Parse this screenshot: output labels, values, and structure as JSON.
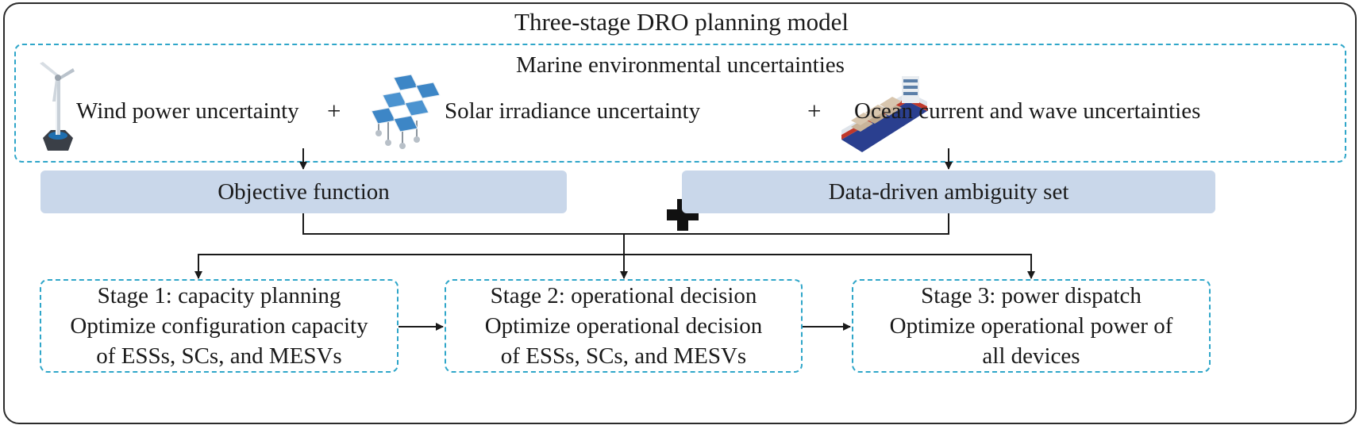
{
  "title": "Three-stage DRO planning model",
  "marine": {
    "title": "Marine environmental uncertainties",
    "items": [
      {
        "label": "Wind power uncertainty",
        "icon": "wind-turbine-icon"
      },
      {
        "label": "Solar irradiance uncertainty",
        "icon": "solar-panel-icon"
      },
      {
        "label": "Ocean current and wave uncertainties",
        "icon": "cargo-ship-icon"
      }
    ],
    "plus": "+"
  },
  "objective": "Objective function",
  "ambiguity": "Data-driven ambiguity set",
  "stages": [
    {
      "l1": "Stage 1: capacity planning",
      "l2": "Optimize configuration capacity",
      "l3": "of ESSs, SCs, and MESVs"
    },
    {
      "l1": "Stage 2: operational decision",
      "l2": "Optimize operational decision",
      "l3": "of ESSs, SCs, and MESVs"
    },
    {
      "l1": "Stage 3: power dispatch",
      "l2": "Optimize operational power of",
      "l3": "all devices"
    }
  ],
  "colors": {
    "dash": "#2fa6c9",
    "bar": "#c9d7ea",
    "frame": "#2b2b2b"
  }
}
